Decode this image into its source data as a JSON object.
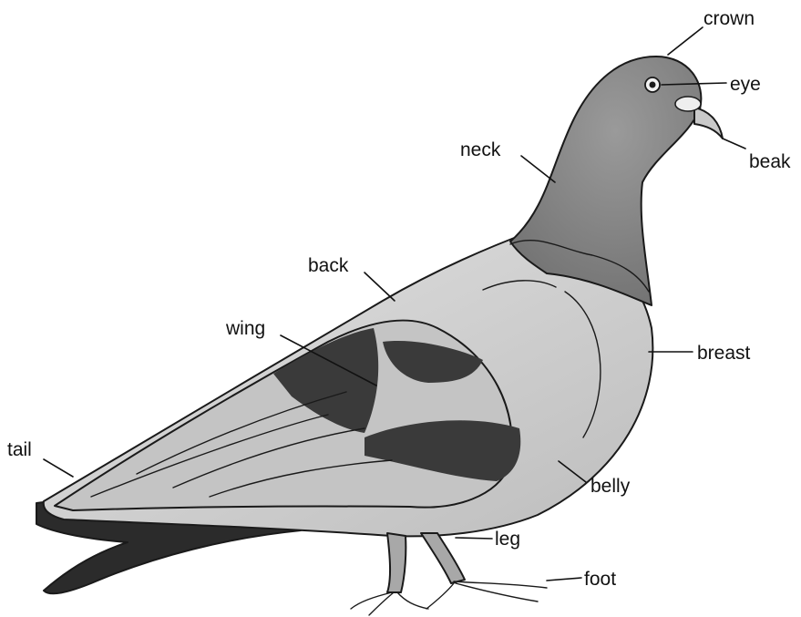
{
  "labels": {
    "crown": "crown",
    "eye": "eye",
    "beak": "beak",
    "neck": "neck",
    "back": "back",
    "wing": "wing",
    "breast": "breast",
    "tail": "tail",
    "belly": "belly",
    "leg": "leg",
    "foot": "foot"
  },
  "colors": {
    "background": "#ffffff",
    "head_neck": "#8a8a8a",
    "body_light": "#d6d6d6",
    "wing_band": "#3a3a3a",
    "tail_dark": "#2b2b2b",
    "beak": "#c9c9c9",
    "leg": "#a8a8a8"
  }
}
